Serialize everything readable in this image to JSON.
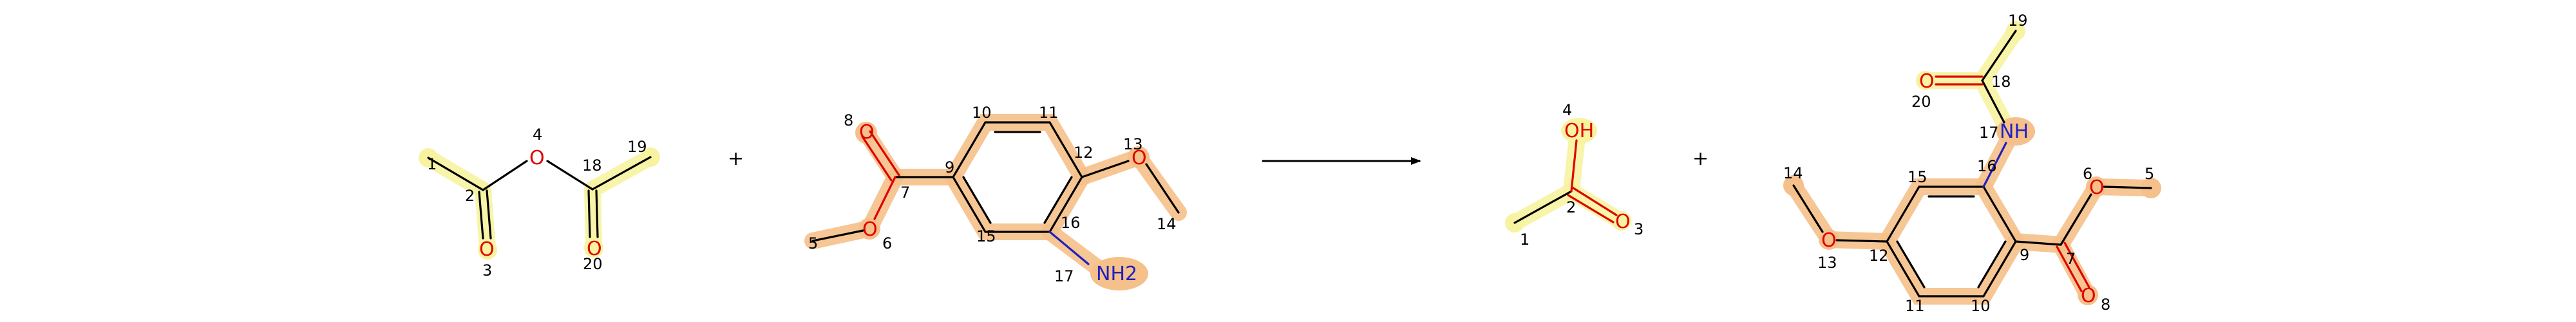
{
  "operators": {
    "plus": "+"
  },
  "atoms": {
    "O": "O",
    "OH": "OH",
    "NH2": "NH2",
    "NH": "NH"
  },
  "colors": {
    "highlight_yellow": "#f7f3a0",
    "highlight_orange": "#f5c08a",
    "oxygen": "#e00000",
    "nitrogen": "#2020c0",
    "bond": "#000000"
  },
  "reactant1": {
    "name": "acetic-anhydride",
    "labels": {
      "n1": "1",
      "n2": "2",
      "n3": "3",
      "n4": "4",
      "n18": "18",
      "n19": "19",
      "n20": "20"
    }
  },
  "reactant2": {
    "name": "methyl-3-amino-4-methoxybenzoate",
    "labels": {
      "n5": "5",
      "n6": "6",
      "n7": "7",
      "n8": "8",
      "n9": "9",
      "n10": "10",
      "n11": "11",
      "n12": "12",
      "n13": "13",
      "n14": "14",
      "n15": "15",
      "n16": "16",
      "n17": "17"
    }
  },
  "product1": {
    "name": "acetic-acid",
    "labels": {
      "n1": "1",
      "n2": "2",
      "n3": "3",
      "n4": "4"
    }
  },
  "product2": {
    "name": "methyl-3-acetamido-4-methoxybenzoate",
    "labels": {
      "n5": "5",
      "n6": "6",
      "n7": "7",
      "n8": "8",
      "n9": "9",
      "n10": "10",
      "n11": "11",
      "n12": "12",
      "n13": "13",
      "n14": "14",
      "n15": "15",
      "n16": "16",
      "n17": "17",
      "n18": "18",
      "n19": "19",
      "n20": "20"
    }
  }
}
